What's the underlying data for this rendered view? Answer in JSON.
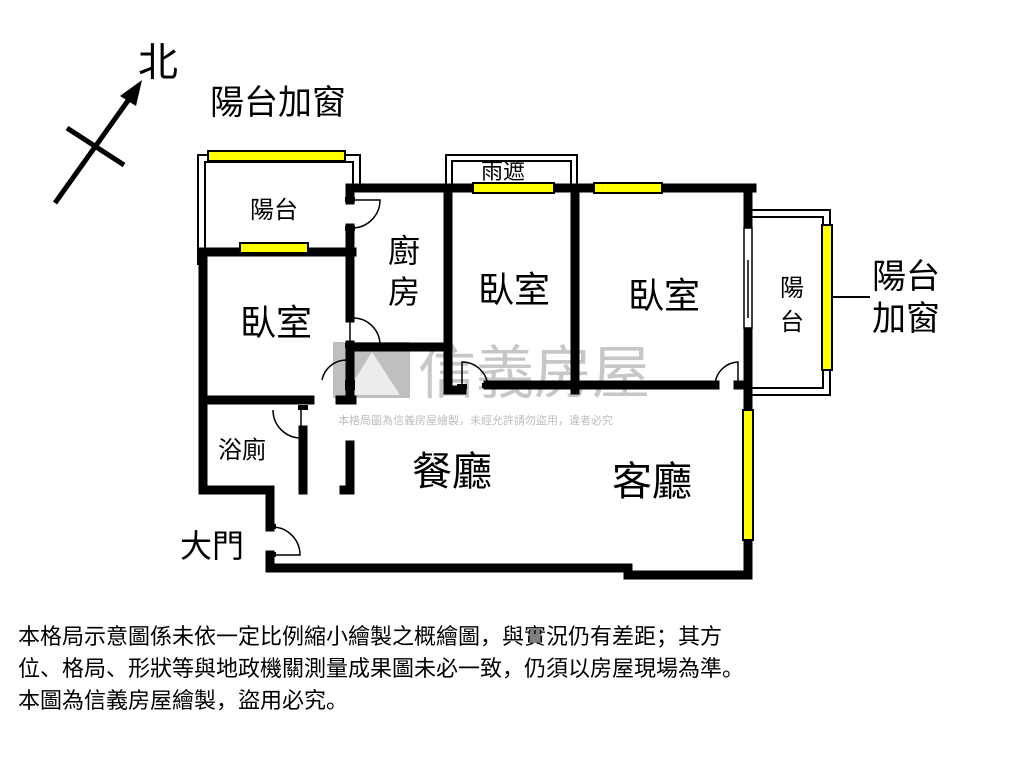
{
  "compass": {
    "north": "北"
  },
  "rooms": {
    "balcony_window_top": "陽台加窗",
    "balcony_small": "陽台",
    "canopy": "雨遮",
    "kitchen_1": "廚",
    "kitchen_2": "房",
    "bedroom_left": "臥室",
    "bedroom_middle": "臥室",
    "bedroom_right": "臥室",
    "balcony_right_1": "陽",
    "balcony_right_2": "台",
    "balcony_window_right_1": "陽台",
    "balcony_window_right_2": "加窗",
    "bathroom": "浴廁",
    "dining": "餐廳",
    "living": "客廳",
    "main_door": "大門"
  },
  "watermark": {
    "brand": "信義房屋",
    "notice": "本格局圖為信義房屋繪製，未經允許請勿盜用，違者必究"
  },
  "disclaimer": {
    "line1": "本格局示意圖係未依一定比例縮小繪製之概繪圖，與實況仍有差距；其方",
    "line2": "位、格局、形狀等與地政機關測量成果圖未必一致，仍須以房屋現場為準。",
    "line3": "本圖為信義房屋繪製，盜用必究。"
  },
  "colors": {
    "wall": "#000000",
    "window": "#ffff00",
    "watermark": "#9a9a9a"
  }
}
